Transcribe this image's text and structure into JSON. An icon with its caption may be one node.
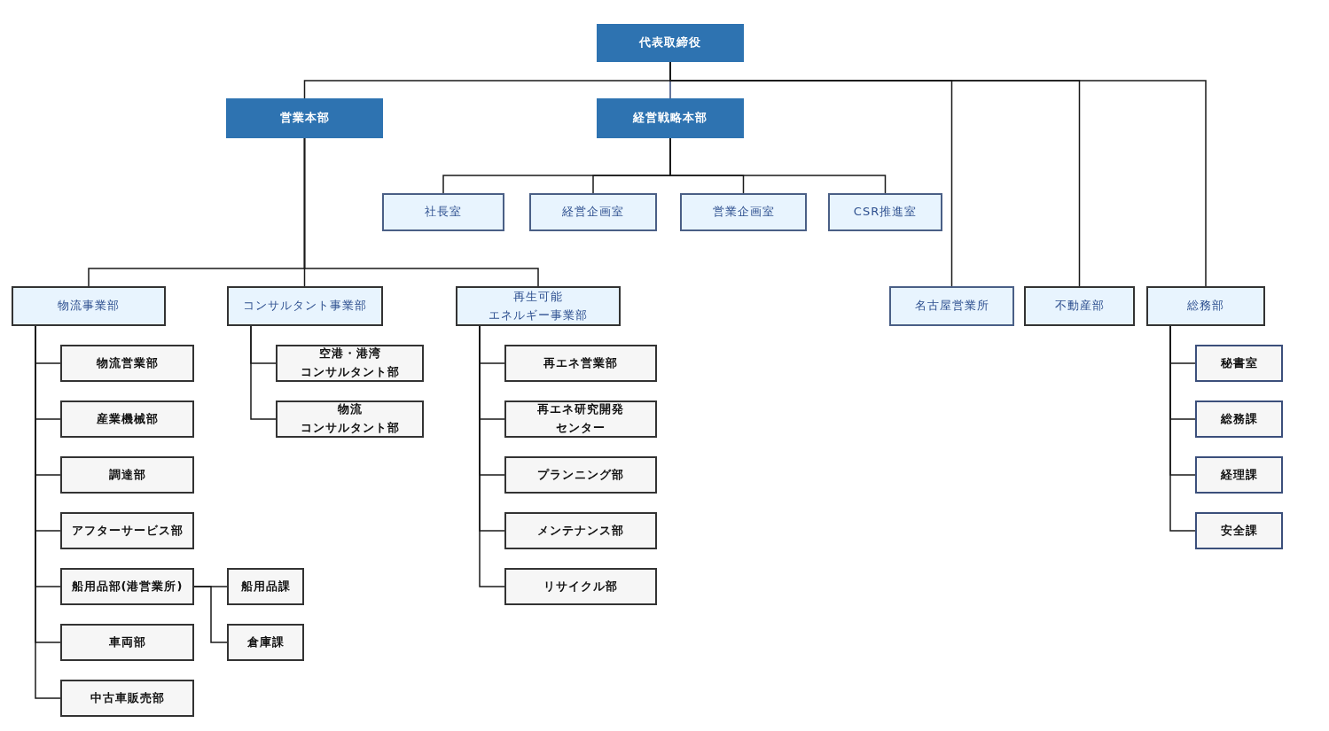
{
  "diagram": {
    "nodes": [
      {
        "text": [
          "代表取締役"
        ]
      },
      {
        "text": [
          "営業本部"
        ]
      },
      {
        "text": [
          "経営戦略本部"
        ]
      },
      {
        "text": [
          "社長室"
        ]
      },
      {
        "text": [
          "経営企画室"
        ]
      },
      {
        "text": [
          "営業企画室"
        ]
      },
      {
        "text": [
          "CSR推進室"
        ]
      },
      {
        "text": [
          "物流事業部"
        ]
      },
      {
        "text": [
          "コンサルタント事業部"
        ]
      },
      {
        "text": [
          "再生可能エネルギー事業部"
        ]
      },
      {
        "text": [
          "名古屋営業所"
        ]
      },
      {
        "text": [
          "不動産部"
        ]
      },
      {
        "text": [
          "総務部"
        ]
      },
      {
        "text": [
          "物流営業部"
        ]
      },
      {
        "text": [
          "産業機械部"
        ]
      },
      {
        "text": [
          "調達部"
        ]
      },
      {
        "text": [
          "アフターサービス部"
        ]
      },
      {
        "text": [
          "船用品部(港営業所)"
        ]
      },
      {
        "text": [
          "車両部"
        ]
      },
      {
        "text": [
          "中古車販売部"
        ]
      },
      {
        "text": [
          "船用品課"
        ]
      },
      {
        "text": [
          "倉庫課"
        ]
      },
      {
        "text": [
          "空港・港湾コンサルタント部"
        ]
      },
      {
        "text": [
          "物流コンサルタント部"
        ]
      },
      {
        "text": [
          "再エネ営業部"
        ]
      },
      {
        "text": [
          "再エネ研究開発センター"
        ]
      },
      {
        "text": [
          "プランニング部"
        ]
      },
      {
        "text": [
          "メンテナンス部"
        ]
      },
      {
        "text": [
          "リサイクル部"
        ]
      },
      {
        "text": [
          "秘書室"
        ]
      },
      {
        "text": [
          "総務課"
        ]
      },
      {
        "text": [
          "経理課"
        ]
      },
      {
        "text": [
          "安全課"
        ]
      }
    ],
    "edges": [
      {
        "from": 0,
        "to": 1,
        "arrow": "none"
      },
      {
        "from": 0,
        "to": 2,
        "arrow": "none",
        "color": "#34497a"
      },
      {
        "from": 0,
        "to": 10,
        "arrow": "none"
      },
      {
        "from": 0,
        "to": 11,
        "arrow": "none"
      },
      {
        "from": 0,
        "to": 12,
        "arrow": "none"
      },
      {
        "from": 2,
        "to": 3,
        "arrow": "none"
      },
      {
        "from": 2,
        "to": 4,
        "arrow": "none"
      },
      {
        "from": 2,
        "to": 5,
        "arrow": "none"
      },
      {
        "from": 2,
        "to": 6,
        "arrow": "none"
      },
      {
        "from": 1,
        "to": 7,
        "arrow": "none"
      },
      {
        "from": 1,
        "to": 8,
        "arrow": "none"
      },
      {
        "from": 1,
        "to": 9,
        "arrow": "none"
      },
      {
        "from": 7,
        "to": 13,
        "arrow": "none"
      },
      {
        "from": 7,
        "to": 14,
        "arrow": "none"
      },
      {
        "from": 7,
        "to": 15,
        "arrow": "none"
      },
      {
        "from": 7,
        "to": 16,
        "arrow": "none"
      },
      {
        "from": 7,
        "to": 17,
        "arrow": "none"
      },
      {
        "from": 7,
        "to": 18,
        "arrow": "none"
      },
      {
        "from": 7,
        "to": 19,
        "arrow": "none"
      },
      {
        "from": 17,
        "to": 20,
        "arrow": "none"
      },
      {
        "from": 17,
        "to": 21,
        "arrow": "none"
      },
      {
        "from": 8,
        "to": 22,
        "arrow": "none"
      },
      {
        "from": 8,
        "to": 23,
        "arrow": "none"
      },
      {
        "from": 9,
        "to": 24,
        "arrow": "none"
      },
      {
        "from": 9,
        "to": 25,
        "arrow": "none"
      },
      {
        "from": 9,
        "to": 26,
        "arrow": "none"
      },
      {
        "from": 9,
        "to": 27,
        "arrow": "none"
      },
      {
        "from": 9,
        "to": 28,
        "arrow": "none"
      },
      {
        "from": 12,
        "to": 29,
        "arrow": "none"
      },
      {
        "from": 12,
        "to": 30,
        "arrow": "none"
      },
      {
        "from": 12,
        "to": 31,
        "arrow": "none"
      },
      {
        "from": 12,
        "to": 32,
        "arrow": "none"
      }
    ]
  }
}
